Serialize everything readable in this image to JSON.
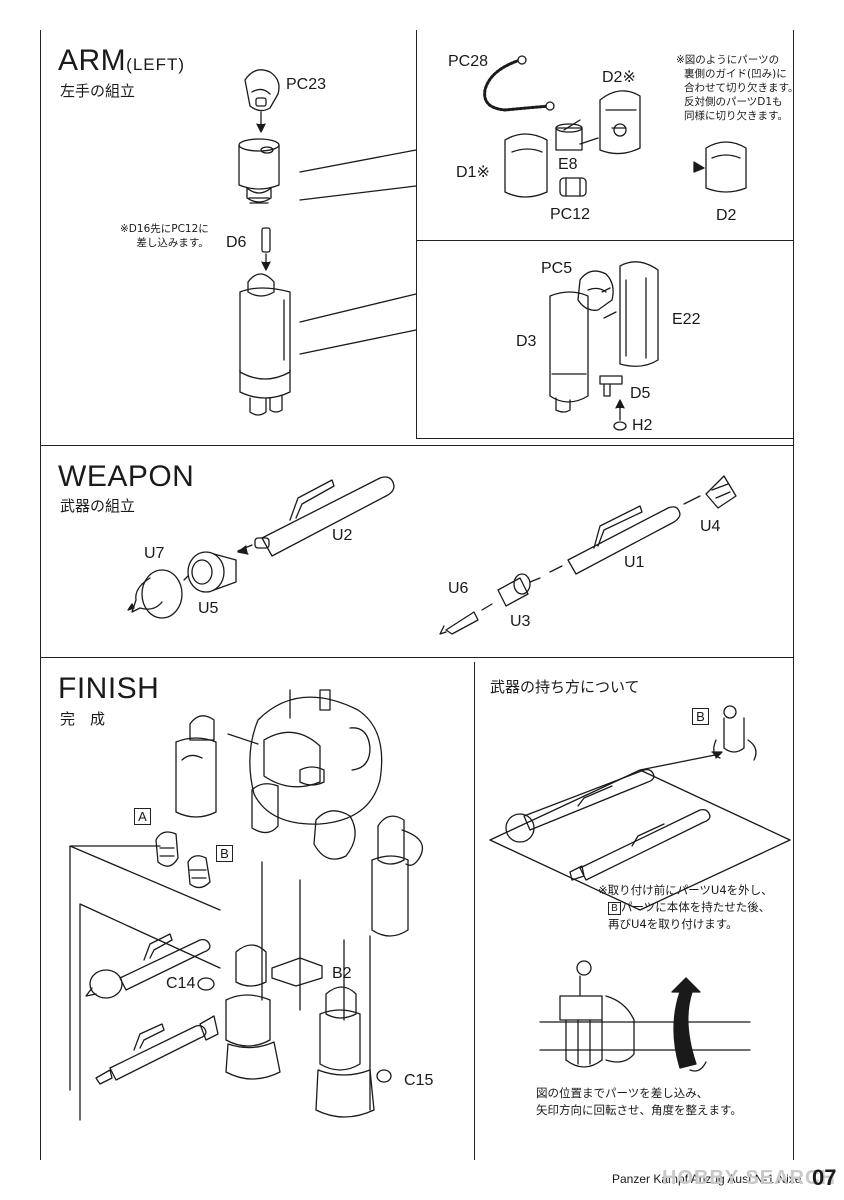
{
  "arm": {
    "title": "ARM",
    "title_suffix": "(LEFT)",
    "subtitle": "左手の組立",
    "labels": {
      "pc23": "PC23",
      "d6": "D6",
      "pc28": "PC28",
      "d2_mark": "D2※",
      "d1_mark": "D1※",
      "e8": "E8",
      "pc12": "PC12",
      "d2": "D2",
      "pc5": "PC5",
      "e22": "E22",
      "d3": "D3",
      "d5": "D5",
      "h2": "H2"
    },
    "note_d6_line1": "※D16先にPC12に",
    "note_d6_line2": "差し込みます。",
    "note_d2_line1": "※図のようにパーツの",
    "note_d2_line2": "裏側のガイド(凹み)に",
    "note_d2_line3": "合わせて切り欠きます。",
    "note_d2_line4": "反対側のパーツD1も",
    "note_d2_line5": "同様に切り欠きます。"
  },
  "weapon": {
    "title": "WEAPON",
    "subtitle": "武器の組立",
    "labels": {
      "u7": "U7",
      "u5": "U5",
      "u2": "U2",
      "u4": "U4",
      "u1": "U1",
      "u6": "U6",
      "u3": "U3"
    }
  },
  "finish": {
    "title": "FINISH",
    "subtitle": "完　成",
    "box_a": "A",
    "box_b": "B",
    "labels": {
      "c14": "C14",
      "b2": "B2",
      "c15": "C15"
    },
    "grip_title": "武器の持ち方について",
    "grip_box_b": "B",
    "grip_note_line1": "※取り付け前にパーツU4を外し、",
    "grip_note_line2_pre": "B",
    "grip_note_line2": "パーツに本体を持たせた後、",
    "grip_note_line3": "再びU4を取り付けます。",
    "rotate_note_line1": "図の位置までパーツを差し込み、",
    "rotate_note_line2": "矢印方向に回転させ、角度を整えます。"
  },
  "footer": {
    "product": "Panzer Kampf Anzug Ausf.N-1 Nixe",
    "watermark": "HOBBY SEARCH",
    "page_number": "07"
  }
}
